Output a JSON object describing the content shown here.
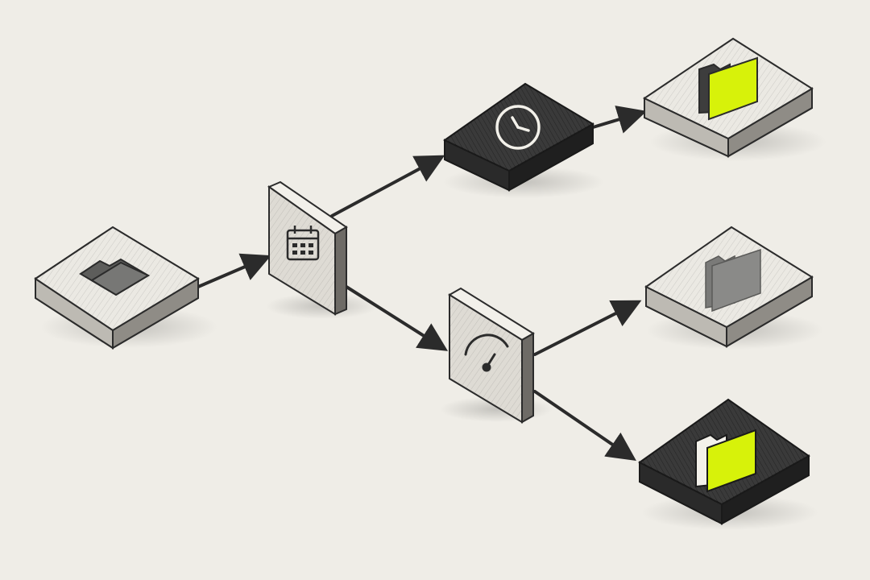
{
  "diagram": {
    "colors": {
      "paper": "#efede7",
      "ink": "#2b2b2b",
      "light_tile": "#e6e4de",
      "dark_tile": "#3a3a3a",
      "accent": "#d7f20a",
      "muted_folder": "#8a8a88"
    },
    "nodes": [
      {
        "id": "source",
        "kind": "flat-tile",
        "tone": "light",
        "icon": "folder-icon"
      },
      {
        "id": "scheduler",
        "kind": "upright-panel",
        "tone": "light",
        "icon": "calendar-icon"
      },
      {
        "id": "timer",
        "kind": "flat-tile",
        "tone": "dark",
        "icon": "clock-icon"
      },
      {
        "id": "throttle",
        "kind": "upright-panel",
        "tone": "light",
        "icon": "gauge-icon"
      },
      {
        "id": "output-top",
        "kind": "flat-tile",
        "tone": "light",
        "icon": "folder-icon",
        "folder_color": "accent"
      },
      {
        "id": "output-middle",
        "kind": "flat-tile",
        "tone": "light",
        "icon": "folder-icon",
        "folder_color": "muted"
      },
      {
        "id": "output-bottom",
        "kind": "flat-tile",
        "tone": "dark",
        "icon": "folder-icon",
        "folder_color": "accent"
      }
    ],
    "edges": [
      {
        "from": "source",
        "to": "scheduler"
      },
      {
        "from": "scheduler",
        "to": "timer"
      },
      {
        "from": "scheduler",
        "to": "throttle"
      },
      {
        "from": "timer",
        "to": "output-top"
      },
      {
        "from": "throttle",
        "to": "output-middle"
      },
      {
        "from": "throttle",
        "to": "output-bottom"
      }
    ]
  }
}
